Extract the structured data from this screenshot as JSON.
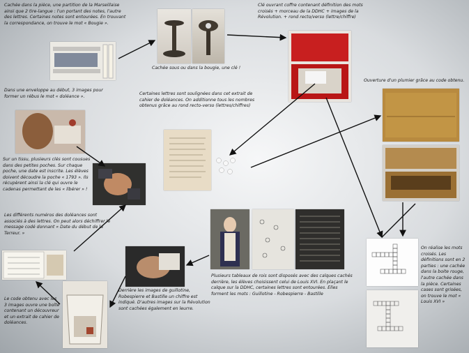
{
  "texts": {
    "t1": "Cachée dans la pièce, une partition de la Marseillaise ainsi que 2 tire-langue : l'un portant des notes, l'autre des lettres. Certaines notes sont entourées. En trouvant la correspondance, on trouve le mot « Bougie ».",
    "t2": "Cachée sous ou dans la bougie, une clé !",
    "t3": "Clé ouvrant coffre contenant définition des mots croisés + morceau de la DDHC + images de la Révolution. + rond recto/verso (lettre/chiffre)",
    "t4": "Ouverture d'un plumier grâce au code obtenu.",
    "t5": "Dans une enveloppe au début, 3 images pour former un rébus le mot « doléance ».",
    "t6": "Certaines lettres sont soulignées dans cet extrait de cahier de doléances. On additionne tous les nombres obtenus grâce au rond recto-verso (lettres/chiffres)",
    "t7": "Sur un tissu, plusieurs clés sont cousues dans des petites poches. Sur chaque poche, une date est inscrite. Les élèves doivent découdre la poche « 1793 ». Ils récupèrent ainsi la clé qui ouvre le cadenas permettant de les « libérer » !",
    "t8": "Les différents numéros des doléances sont associés à des lettres. On peut alors déchiffrer le message codé donnant « Date du début de la Terreur. »",
    "t9": "Le code obtenu avec les 3 images ouvre une boîte contenant un découvreur et un extrait de cahier de doléances.",
    "t10": "Derrière les images de guillotine, Robespierre et Bastille un chiffre est indiqué. D'autres images sur la Révolution sont cachées également en leurre.",
    "t11": "Plusieurs tableaux de rois sont disposés avec des calques cachés derrière, les élèves choisissent celui de Louis XVI. En plaçant le calque sur la DDHC, certaines lettres sont entourées. Elles forment les mots : Guillotine - Robespierre - Bastille",
    "t12": "On réalise les mots croisés. Les définitions sont en 2 parties : une cachée dans la boite rouge, l'autre cachée dans la pièce. Certaines cases sont grisées, on trouve le mot « Louis XVI »"
  },
  "photos": [
    "partition de la Marseillaise",
    "bougeoir",
    "clé",
    "coffre rouge ouvert",
    "plumier fermé",
    "plumier ouvert",
    "enfant et rébus",
    "cahier de doléances",
    "ronds recto-verso",
    "tissu à poches",
    "carnet de codes",
    "portrait de Louis XVI",
    "calque",
    "DDHC",
    "photo guillotine",
    "boîte ouverte",
    "grille de mots croisés",
    "mots croisés remplis"
  ],
  "colors": {
    "arrow": "#111111"
  }
}
